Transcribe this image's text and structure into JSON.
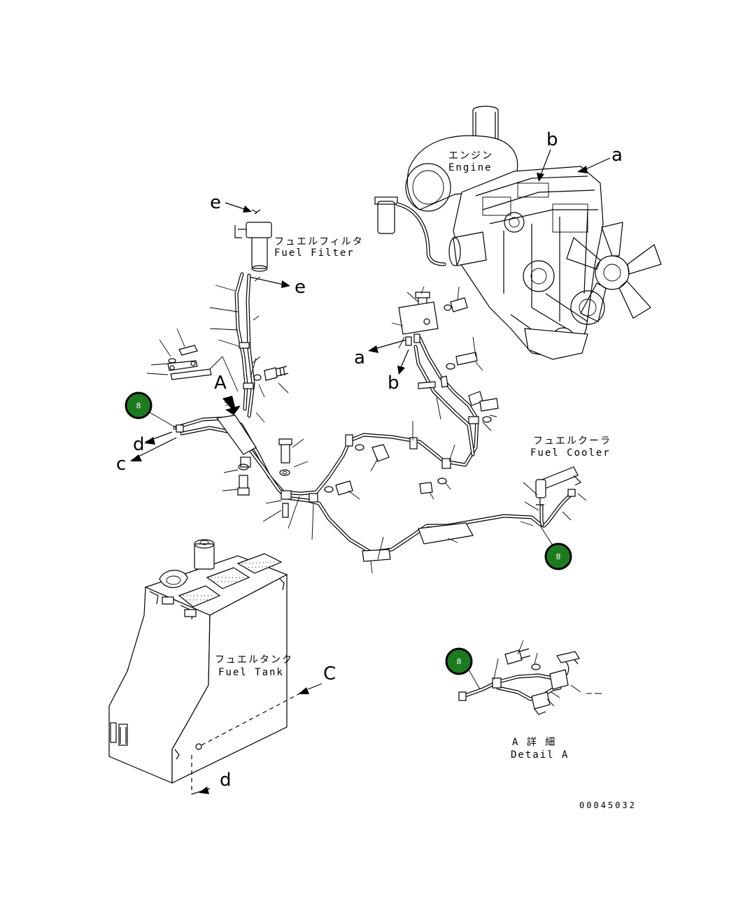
{
  "labels": {
    "engine_jp": "エンジン",
    "engine_en": "Engine",
    "filter_jp": "フュエルフィルタ",
    "filter_en": "Fuel Filter",
    "cooler_jp": "フュエルクーラ",
    "cooler_en": "Fuel Cooler",
    "tank_jp": "フュエルタンク",
    "tank_en": "Fuel Tank",
    "detail_jp": "A 詳 細",
    "detail_en": "Detail A",
    "drawing_number": "00045032"
  },
  "connection_letters": {
    "a_top": "a",
    "b_top": "b",
    "a_mid": "a",
    "b_mid": "b",
    "e_top": "e",
    "e_mid": "e",
    "d_left": "d",
    "c_left": "c",
    "view_a": "A",
    "c_tank": "C",
    "d_tank": "d"
  },
  "badges": [
    {
      "id": "badge-left",
      "label": "8"
    },
    {
      "id": "badge-cooler",
      "label": "8"
    },
    {
      "id": "badge-detail",
      "label": "8"
    }
  ],
  "colors": {
    "badge_fill": "#1e7a1e",
    "line": "#000000",
    "background": "#ffffff"
  }
}
